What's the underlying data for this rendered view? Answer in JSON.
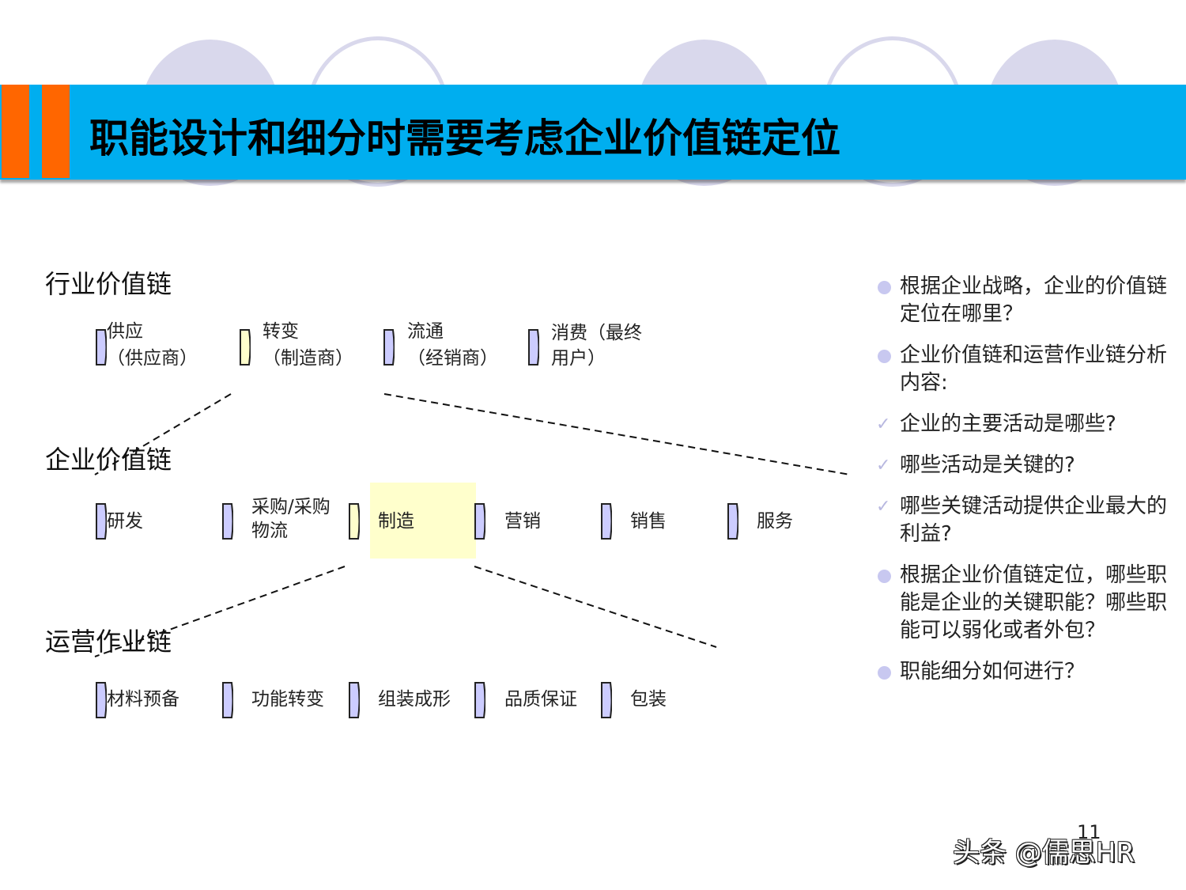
{
  "slide": {
    "title": "职能设计和细分时需要考虑企业价值链定位",
    "page_number": "11",
    "watermark": "头条 @儒思HR"
  },
  "colors": {
    "title_bar": "#00aeef",
    "accent_stripe": "#ff6600",
    "decor_circle": "#d9d8ec",
    "chevron_default": "#ccccff",
    "chevron_highlight": "#ffffcc",
    "highlight_box": "#ffffcc",
    "bullet_dot": "#c8c8f0"
  },
  "diagram": {
    "industry_chain": {
      "label": "行业价值链",
      "nodes": [
        {
          "line1": "供应",
          "line2": "（供应商）",
          "highlighted": false
        },
        {
          "line1": "转变",
          "line2": "（制造商）",
          "highlighted": true
        },
        {
          "line1": "流通",
          "line2": "（经销商）",
          "highlighted": false
        },
        {
          "line1": "消费（最终",
          "line2": "用户）",
          "highlighted": false
        }
      ]
    },
    "enterprise_chain": {
      "label": "企业价值链",
      "nodes": [
        {
          "line1": "研发",
          "line2": "",
          "highlighted": false
        },
        {
          "line1": "采购/采购",
          "line2": "物流",
          "highlighted": false
        },
        {
          "line1": "制造",
          "line2": "",
          "highlighted": true
        },
        {
          "line1": "营销",
          "line2": "",
          "highlighted": false
        },
        {
          "line1": "销售",
          "line2": "",
          "highlighted": false
        },
        {
          "line1": "服务",
          "line2": "",
          "highlighted": false
        }
      ]
    },
    "operations_chain": {
      "label": "运营作业链",
      "nodes": [
        {
          "line1": "材料预备"
        },
        {
          "line1": "功能转变"
        },
        {
          "line1": "组装成形"
        },
        {
          "line1": "品质保证"
        },
        {
          "line1": "包装"
        }
      ]
    }
  },
  "questions": {
    "items": [
      {
        "type": "bullet",
        "text": "根据企业战略，企业的价值链定位在哪里？"
      },
      {
        "type": "bullet",
        "text": "企业价值链和运营作业链分析内容:"
      },
      {
        "type": "sub",
        "text": "企业的主要活动是哪些?"
      },
      {
        "type": "sub",
        "text": "哪些活动是关键的?"
      },
      {
        "type": "sub",
        "text": "哪些关键活动提供企业最大的利益?"
      },
      {
        "type": "bullet",
        "text": "根据企业价值链定位，哪些职能是企业的关键职能？哪些职能可以弱化或者外包？"
      },
      {
        "type": "bullet",
        "text": "职能细分如何进行？"
      }
    ]
  }
}
